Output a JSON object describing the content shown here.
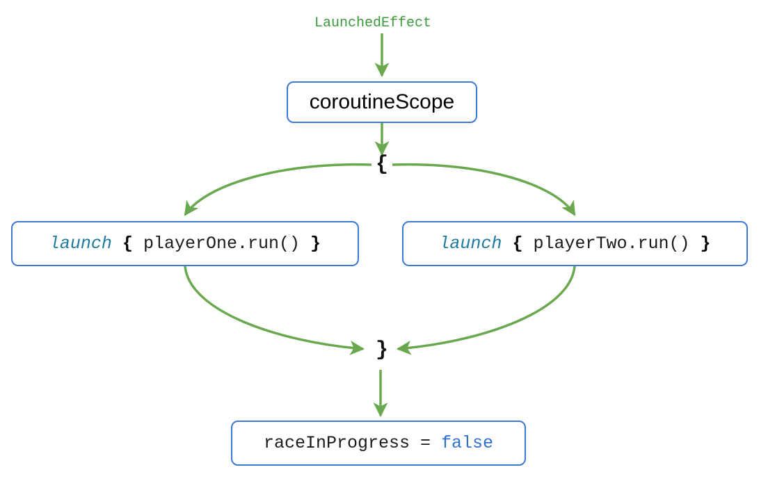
{
  "diagram": {
    "title_label": "LaunchedEffect",
    "colors": {
      "edge_green": "#6aa84f",
      "node_border_blue": "#3c78d8",
      "keyword_blue": "#2f6fd0",
      "launch_teal": "#1f7a9c",
      "label_green": "#3a9a3a",
      "background": "#ffffff",
      "text_black": "#000000"
    },
    "nodes": {
      "coroutine_scope": {
        "text": "coroutineScope"
      },
      "launch_one": {
        "keyword": "launch",
        "open_brace": "{",
        "body": "playerOne.run()",
        "close_brace": "}"
      },
      "launch_two": {
        "keyword": "launch",
        "open_brace": "{",
        "body": "playerTwo.run()",
        "close_brace": "}"
      },
      "race_flag": {
        "assignment": "raceInProgress = ",
        "value": "false"
      }
    },
    "braces": {
      "open": "{",
      "close": "}"
    }
  }
}
